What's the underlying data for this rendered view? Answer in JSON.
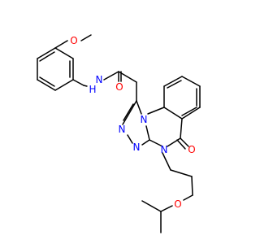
{
  "colors": {
    "carbon_bond": "#000000",
    "oxygen": "#ff0000",
    "nitrogen": "#0000ff",
    "background": "#ffffff"
  },
  "atoms": {
    "o_methoxy": "O",
    "nh_amide": "N",
    "h_amide": "H",
    "o_amide": "O",
    "n_fused": "N",
    "n_triazole_1": "N",
    "n_triazole_2": "N",
    "n_lactam": "N",
    "o_lactam": "O",
    "o_ether": "O"
  }
}
